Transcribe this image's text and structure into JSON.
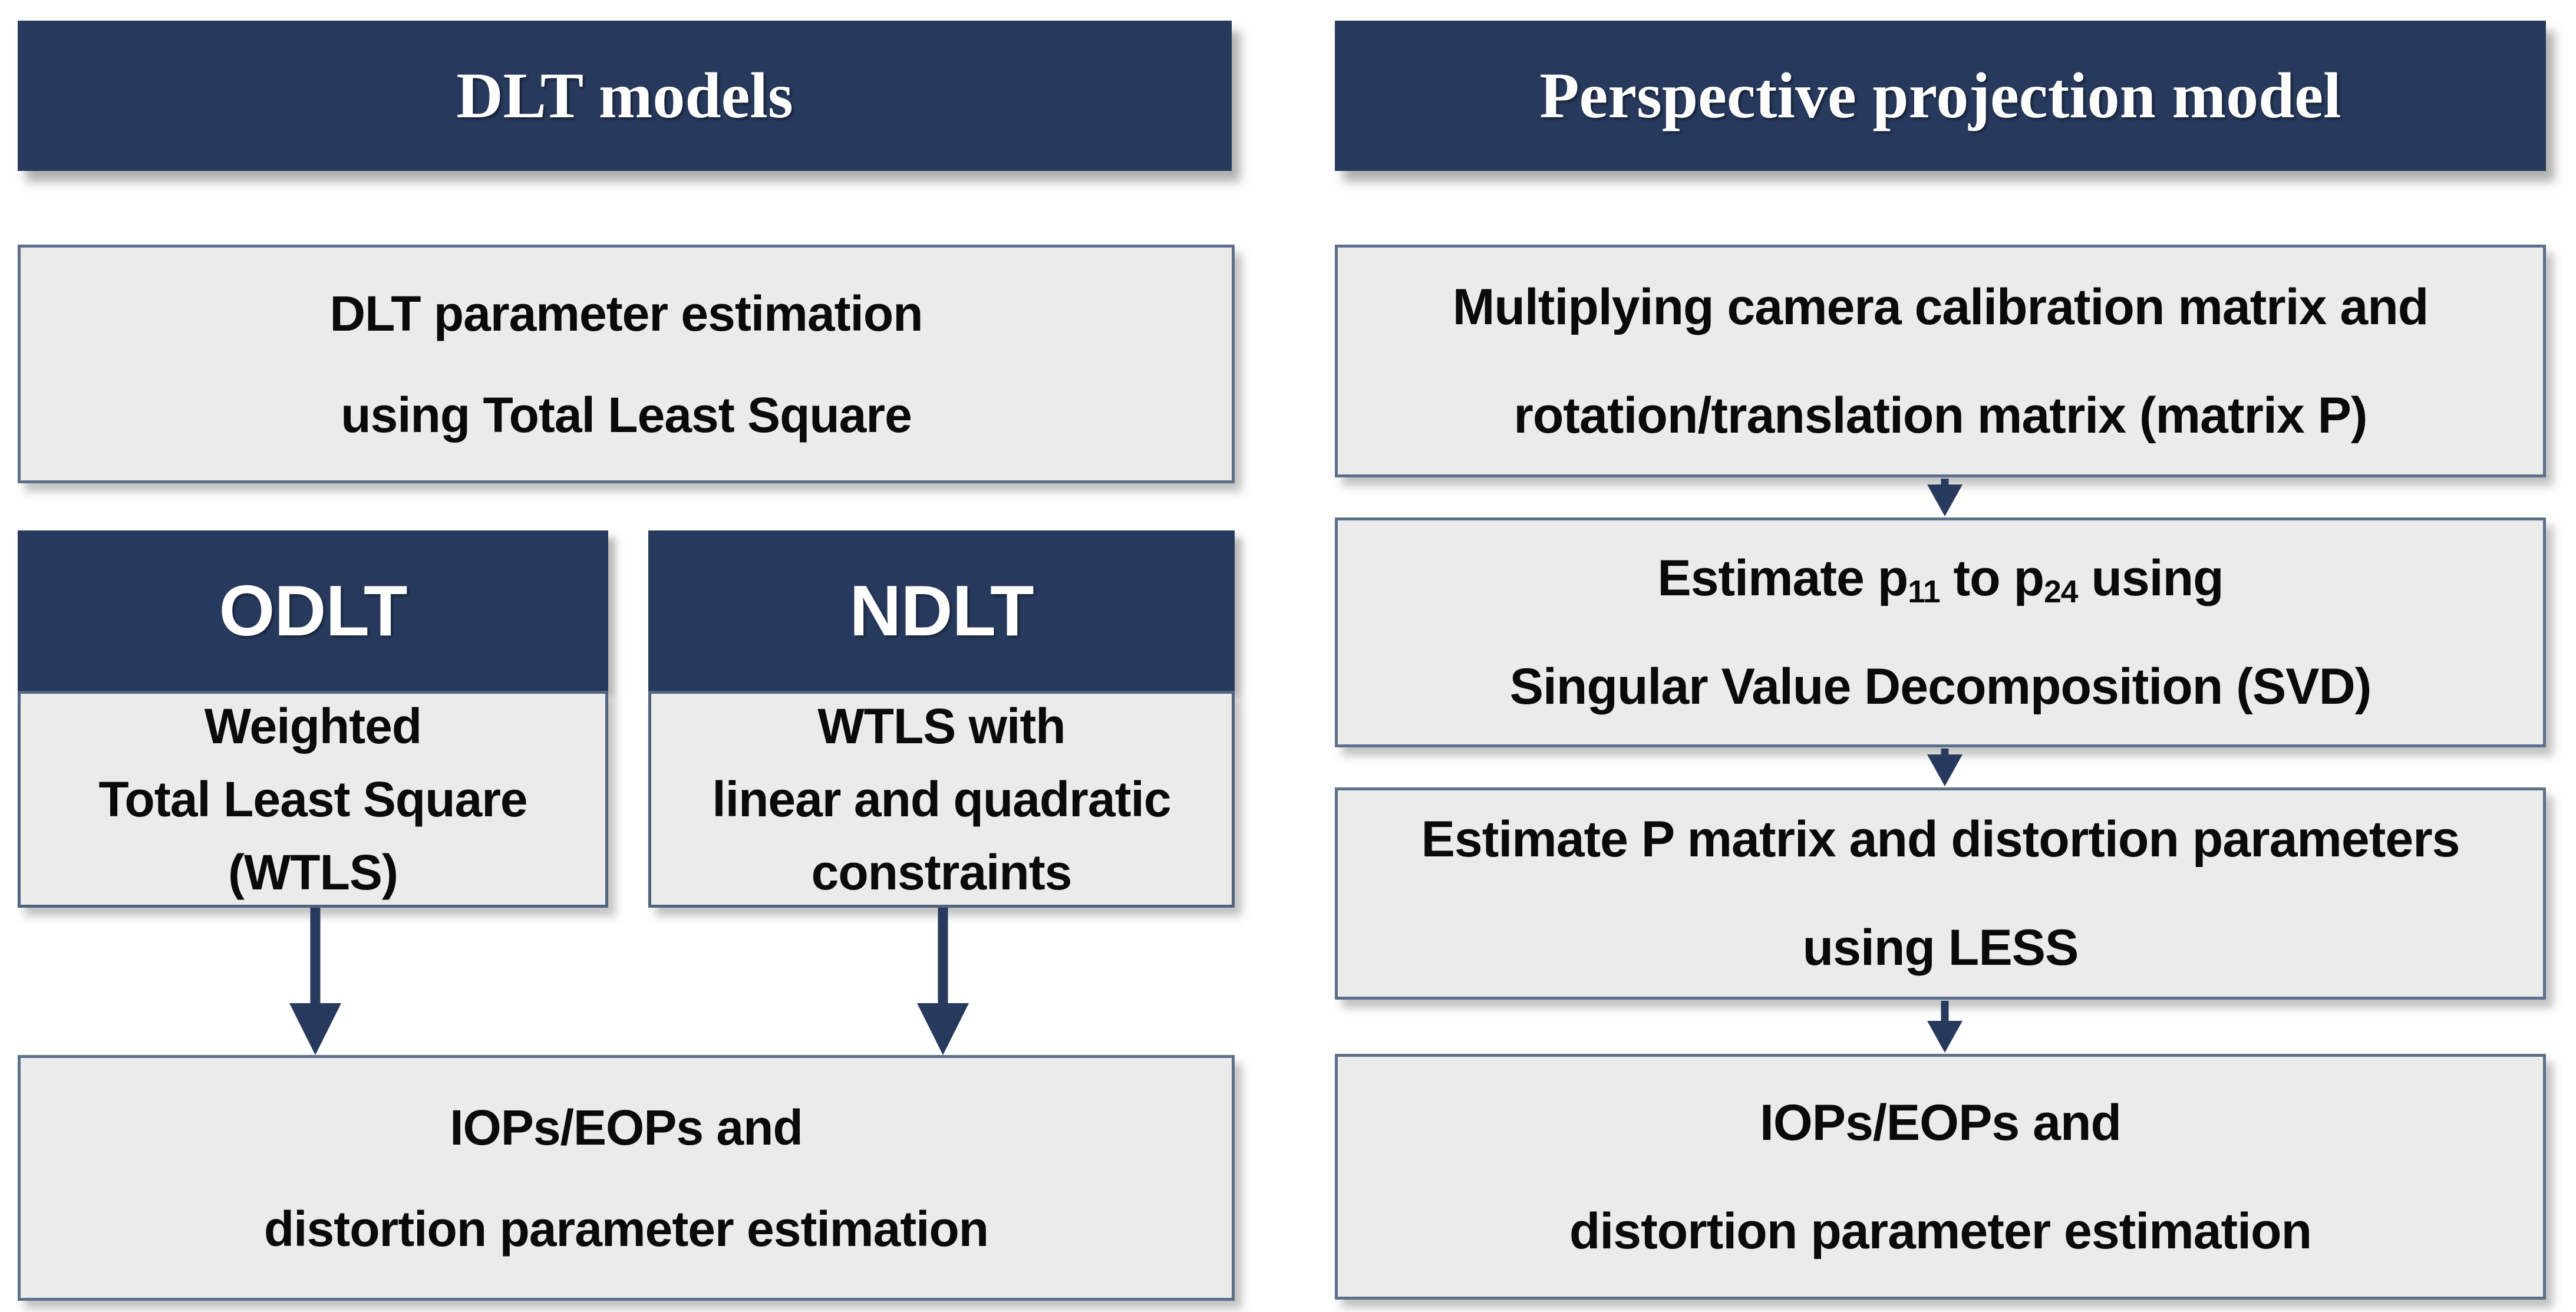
{
  "diagram": {
    "left": {
      "header": "DLT models",
      "tls_box": {
        "lines": [
          "DLT parameter estimation",
          "using Total Least Square"
        ]
      },
      "odlt": {
        "header": "ODLT",
        "lines": [
          "Weighted",
          "Total Least Square",
          "(WTLS)"
        ]
      },
      "ndlt": {
        "header": "NDLT",
        "lines": [
          "WTLS with",
          "linear and quadratic",
          "constraints"
        ]
      },
      "output_box": {
        "lines": [
          "IOPs/EOPs and",
          "distortion parameter estimation"
        ]
      }
    },
    "right": {
      "header": "Perspective projection model",
      "matrix_box": {
        "lines": [
          "Multiplying camera calibration matrix and",
          "rotation/translation matrix (matrix P)"
        ]
      },
      "svd_box": {
        "line1_parts": {
          "a": "Estimate p",
          "sub_a": "11",
          "b": " to p",
          "sub_b": "24",
          "c": " using"
        },
        "line2": "Singular Value Decomposition (SVD)"
      },
      "less_box": {
        "lines": [
          "Estimate P matrix and distortion parameters",
          "using LESS"
        ]
      },
      "output_box": {
        "lines": [
          "IOPs/EOPs and",
          "distortion parameter estimation"
        ]
      }
    },
    "colors": {
      "banner_navy": "#27395D",
      "box_fill": "#EBEBEB",
      "box_border": "#5D7089",
      "arrow": "#27395D",
      "banner_text": "#FFFFFF",
      "body_text": "#0A0A0A"
    }
  }
}
